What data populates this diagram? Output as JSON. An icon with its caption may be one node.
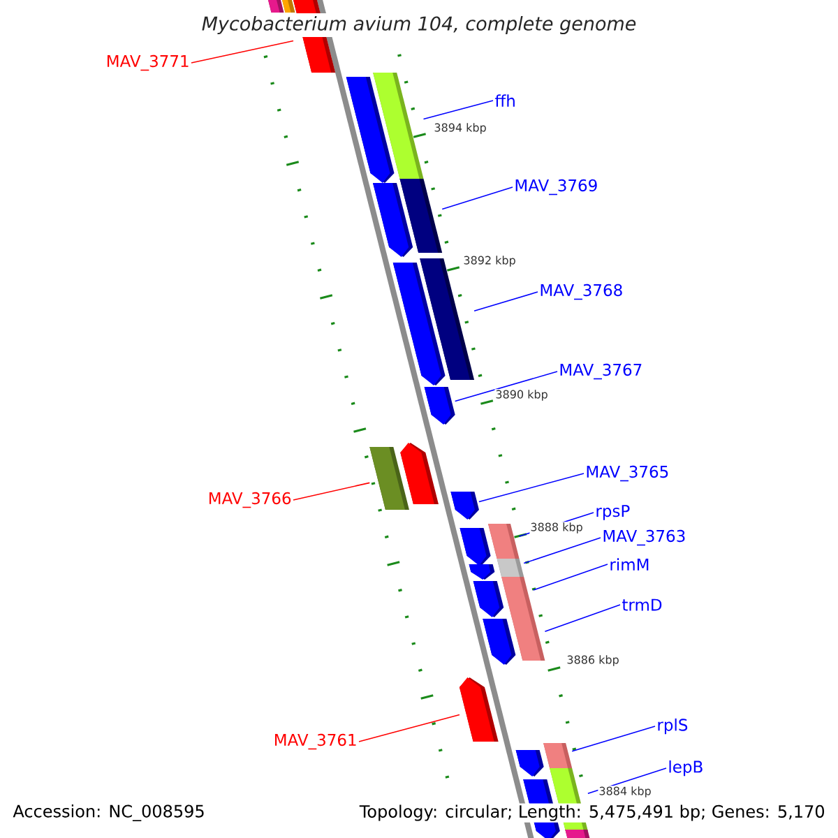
{
  "diagram": {
    "title": "Mycobacterium avium 104, complete genome",
    "nodes": [
      {
        "text": [
          "MAV_3771"
        ]
      },
      {
        "text": [
          "ffh"
        ]
      },
      {
        "text": [
          "MAV_3769"
        ]
      },
      {
        "text": [
          "MAV_3768"
        ]
      },
      {
        "text": [
          "MAV_3767"
        ]
      },
      {
        "text": [
          "MAV_3765"
        ]
      },
      {
        "text": [
          "MAV_3766"
        ]
      },
      {
        "text": [
          "rpsP"
        ]
      },
      {
        "text": [
          "MAV_3763"
        ]
      },
      {
        "text": [
          "rimM"
        ]
      },
      {
        "text": [
          "trmD"
        ]
      },
      {
        "text": [
          "rplS"
        ]
      },
      {
        "text": [
          "MAV_3761"
        ]
      },
      {
        "text": [
          "lepB"
        ]
      },
      {
        "text": [],
        "shape": "bar"
      },
      {
        "text": [],
        "shape": "bar"
      },
      {
        "text": [],
        "shape": "bar"
      },
      {
        "text": [],
        "shape": "bar"
      },
      {
        "text": [],
        "shape": "bar"
      },
      {
        "text": [],
        "shape": "bar"
      },
      {
        "text": [],
        "shape": "bar"
      },
      {
        "text": [],
        "shape": "bar"
      },
      {
        "text": [],
        "shape": "bar"
      },
      {
        "text": [],
        "shape": "bar"
      },
      {
        "text": [],
        "shape": "bar"
      },
      {
        "text": [],
        "shape": "bar"
      },
      {
        "text": [],
        "shape": "bar"
      },
      {
        "text": [],
        "shape": "bar"
      },
      {
        "text": [],
        "shape": "bar"
      },
      {
        "text": [],
        "shape": "bar"
      },
      {
        "text": [],
        "shape": "bar"
      },
      {
        "text": [],
        "shape": "bar"
      },
      {
        "text": [],
        "shape": "bar"
      },
      {
        "text": [],
        "shape": "bar"
      },
      {
        "text": [],
        "shape": "bar"
      },
      {
        "text": [],
        "shape": "bar"
      },
      {
        "text": [],
        "shape": "bar"
      },
      {
        "text": [],
        "shape": "bar"
      },
      {
        "text": [],
        "shape": "bar"
      },
      {
        "text": [],
        "shape": "bar"
      },
      {
        "text": [],
        "shape": "bar"
      }
    ],
    "edges": [
      {
        "from": 0,
        "to": 16,
        "arrow": "none",
        "color": "#ff0000"
      },
      {
        "from": 1,
        "to": 17,
        "arrow": "none"
      },
      {
        "from": 2,
        "to": 19,
        "arrow": "none"
      },
      {
        "from": 3,
        "to": 21,
        "arrow": "none"
      },
      {
        "from": 4,
        "to": 23,
        "arrow": "none"
      },
      {
        "from": 5,
        "to": 26,
        "arrow": "none"
      },
      {
        "from": 6,
        "to": 25,
        "arrow": "none",
        "color": "#ff0000"
      },
      {
        "from": 7,
        "to": 27,
        "arrow": "none"
      },
      {
        "from": 8,
        "to": 29,
        "arrow": "none"
      },
      {
        "from": 9,
        "to": 31,
        "arrow": "none"
      },
      {
        "from": 10,
        "to": 33,
        "arrow": "none"
      },
      {
        "from": 11,
        "to": 36,
        "arrow": "none"
      },
      {
        "from": 12,
        "to": 35,
        "arrow": "none",
        "color": "#ff0000"
      },
      {
        "from": 13,
        "to": 38,
        "arrow": "none"
      }
    ],
    "labels": [
      "3894 kbp",
      "3892 kbp",
      "3890 kbp",
      "3888 kbp",
      "3886 kbp",
      "3884 kbp",
      "Accession: NC_008595",
      "Topology: circular; Length: 5,475,491 bp; Genes: 5,170"
    ]
  }
}
